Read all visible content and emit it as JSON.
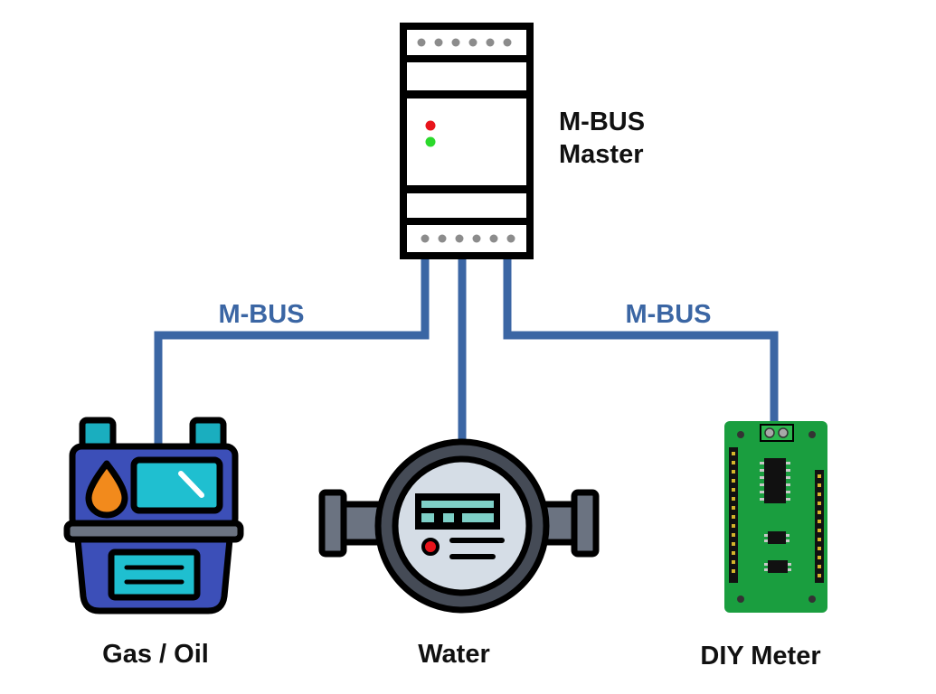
{
  "master": {
    "label_line1": "M-BUS",
    "label_line2": "Master",
    "led_colors": [
      "#e8141b",
      "#2bd92b"
    ]
  },
  "bus": {
    "label_left": "M-BUS",
    "label_right": "M-BUS",
    "color": "#3b66a4"
  },
  "devices": {
    "gas": {
      "label": "Gas / Oil"
    },
    "water": {
      "label": "Water"
    },
    "diy": {
      "label": "DIY Meter"
    }
  }
}
